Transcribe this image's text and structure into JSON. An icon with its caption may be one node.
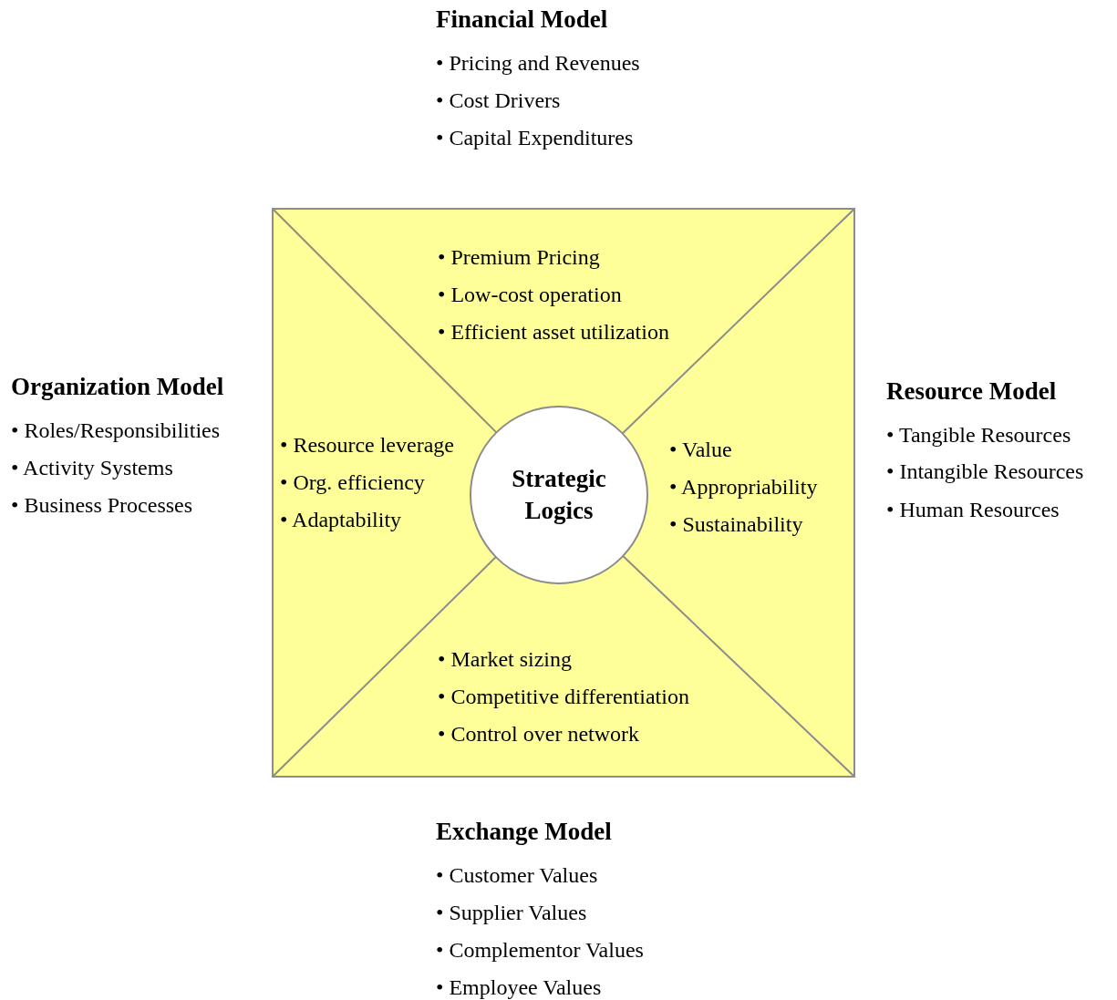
{
  "diagram": {
    "nodes": [
      {
        "text": [
          "• Premium Pricing",
          "• Low-cost operation",
          "• Efficient asset utilization",
          "• Resource leverage",
          "• Org. efficiency",
          "• Adaptability",
          "• Value",
          "• Appropriability",
          "• Sustainability",
          "• Market sizing",
          "• Competitive differentiation",
          "• Control over network"
        ]
      },
      {
        "text": [
          "Strategic Logics"
        ],
        "in": 0
      }
    ],
    "edges": [],
    "labels": [
      "Financial Model",
      "• Pricing and Revenues",
      "• Cost Drivers",
      "• Capital Expenditures",
      "Organization Model",
      "• Roles/Responsibilities",
      "• Activity Systems",
      "• Business Processes",
      "Resource Model",
      "• Tangible Resources",
      "• Intangible Resources",
      "• Human Resources",
      "Exchange Model",
      "• Customer Values",
      "• Supplier Values",
      "• Complementor Values",
      "• Employee Values"
    ]
  }
}
